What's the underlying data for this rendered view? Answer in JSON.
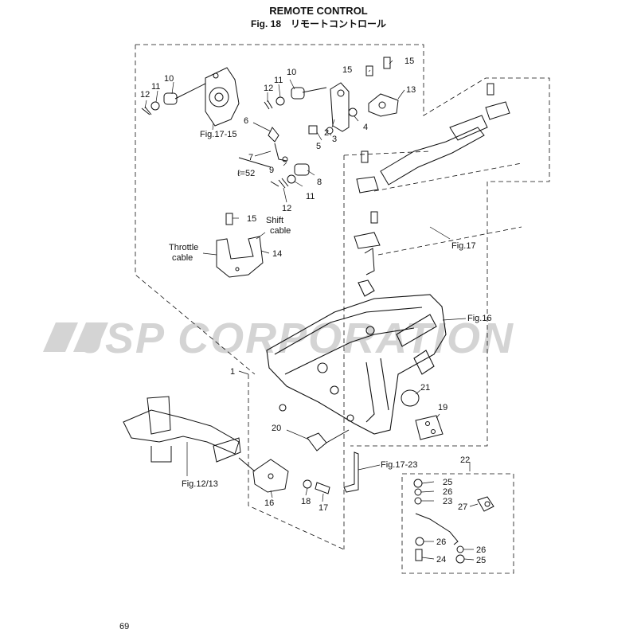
{
  "header": {
    "title": "REMOTE CONTROL",
    "subtitle": "Fig. 18　リモートコントロール"
  },
  "watermark": "JSP CORPORATION",
  "page_number": "69",
  "labels": {
    "throttle_cable": [
      "Throttle",
      "cable"
    ],
    "shift_cable": [
      "Shift",
      "cable"
    ],
    "fig_17_15": "Fig.17-15",
    "fig_17": "Fig.17",
    "fig_16": "Fig.16",
    "fig_17_23": "Fig.17-23",
    "fig_12_13": "Fig.12/13",
    "length_note": "ℓ=52"
  },
  "callouts": [
    "10",
    "11",
    "12",
    "10",
    "11",
    "12",
    "15",
    "15",
    "13",
    "6",
    "2",
    "4",
    "5",
    "3",
    "7",
    "9",
    "8",
    "11",
    "12",
    "15",
    "14",
    "1",
    "21",
    "19",
    "20",
    "22",
    "25",
    "26",
    "23",
    "27",
    "16",
    "18",
    "17",
    "26",
    "26",
    "24",
    "25"
  ],
  "colors": {
    "line": "#111111",
    "watermark": "#d4d4d4"
  }
}
